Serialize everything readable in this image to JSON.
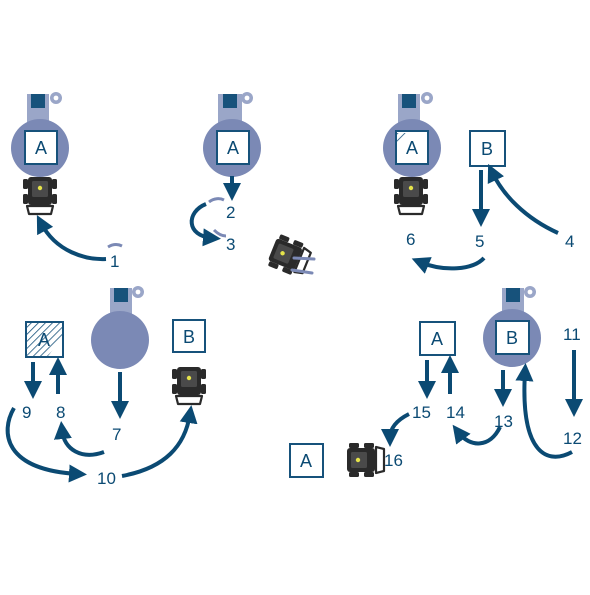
{
  "colors": {
    "arrow": "#0b4a73",
    "circle": "#7b89b5",
    "circle_pole": "#9aa6c8",
    "circle_cap": "#17527b",
    "box_border": "#17527b",
    "robot_body": "#2a2a2a",
    "robot_light": "#e5e34a"
  },
  "box_labels": {
    "a": "A",
    "b": "B"
  },
  "steps": [
    "1",
    "2",
    "3",
    "4",
    "5",
    "6",
    "7",
    "8",
    "9",
    "10",
    "11",
    "12",
    "13",
    "14",
    "15",
    "16"
  ],
  "icons": [
    "robot-icon",
    "shelf-pod-icon",
    "storage-box-icon",
    "arrow-icon"
  ]
}
